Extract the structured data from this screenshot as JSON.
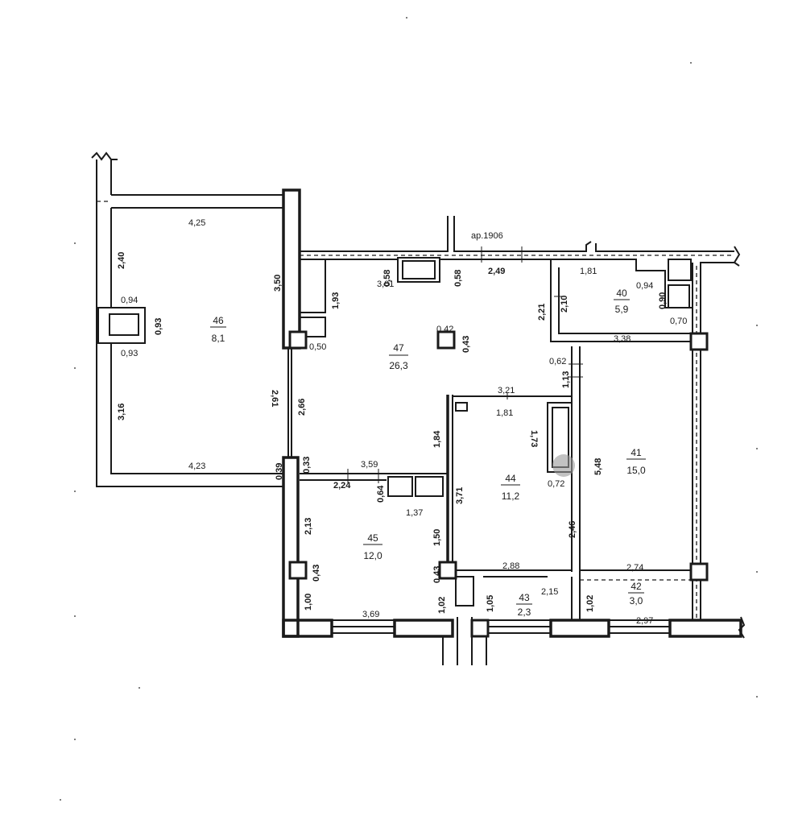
{
  "plan": {
    "reference": "ap.1906",
    "rooms": [
      {
        "id": "room-46",
        "number": "46",
        "area": "8,1"
      },
      {
        "id": "room-47",
        "number": "47",
        "area": "26,3"
      },
      {
        "id": "room-40",
        "number": "40",
        "area": "5,9"
      },
      {
        "id": "room-41",
        "number": "41",
        "area": "15,0"
      },
      {
        "id": "room-44",
        "number": "44",
        "area": "11,2"
      },
      {
        "id": "room-45",
        "number": "45",
        "area": "12,0"
      },
      {
        "id": "room-43",
        "number": "43",
        "area": "2,3"
      },
      {
        "id": "room-42",
        "number": "42",
        "area": "3,0"
      }
    ],
    "dimensions": {
      "d_4_25": "4,25",
      "d_2_40": "2,40",
      "d_0_94_a": "0,94",
      "d_0_93_a": "0,93",
      "d_0_93_b": "0,93",
      "d_3_16": "3,16",
      "d_4_23": "4,23",
      "d_3_50": "3,50",
      "d_1_93": "1,93",
      "d_0_50": "0,50",
      "d_2_66": "2,66",
      "d_2_61": "2,61",
      "d_0_39": "0,39",
      "d_0_33": "0,33",
      "d_3_59": "3,59",
      "d_2_24": "2,24",
      "d_0_64": "0,64",
      "d_1_37": "1,37",
      "d_0_58_a": "0,58",
      "d_3_01": "3,01",
      "d_0_58_b": "0,58",
      "d_2_49": "2,49",
      "d_0_42": "0,42",
      "d_0_43_a": "0,43",
      "d_2_21": "2,21",
      "d_2_10": "2,10",
      "d_1_81_a": "1,81",
      "d_0_94_b": "0,94",
      "d_0_90": "0,90",
      "d_0_70": "0,70",
      "d_3_38": "3,38",
      "d_0_62": "0,62",
      "d_1_13": "1,13",
      "d_3_21": "3,21",
      "d_1_81_b": "1,81",
      "d_1_73": "1,73",
      "d_1_84": "1,84",
      "d_3_71": "3,71",
      "d_0_72": "0,72",
      "d_5_48": "5,48",
      "d_2_46": "2,46",
      "d_1_50": "1,50",
      "d_2_13": "2,13",
      "d_0_43_b": "0,43",
      "d_0_43_c": "0,43",
      "d_1_00": "1,00",
      "d_1_02_a": "1,02",
      "d_3_69": "3,69",
      "d_2_88": "2,88",
      "d_1_05": "1,05",
      "d_2_15": "2,15",
      "d_1_02_b": "1,02",
      "d_2_74": "2,74",
      "d_2_97": "2,97"
    }
  }
}
